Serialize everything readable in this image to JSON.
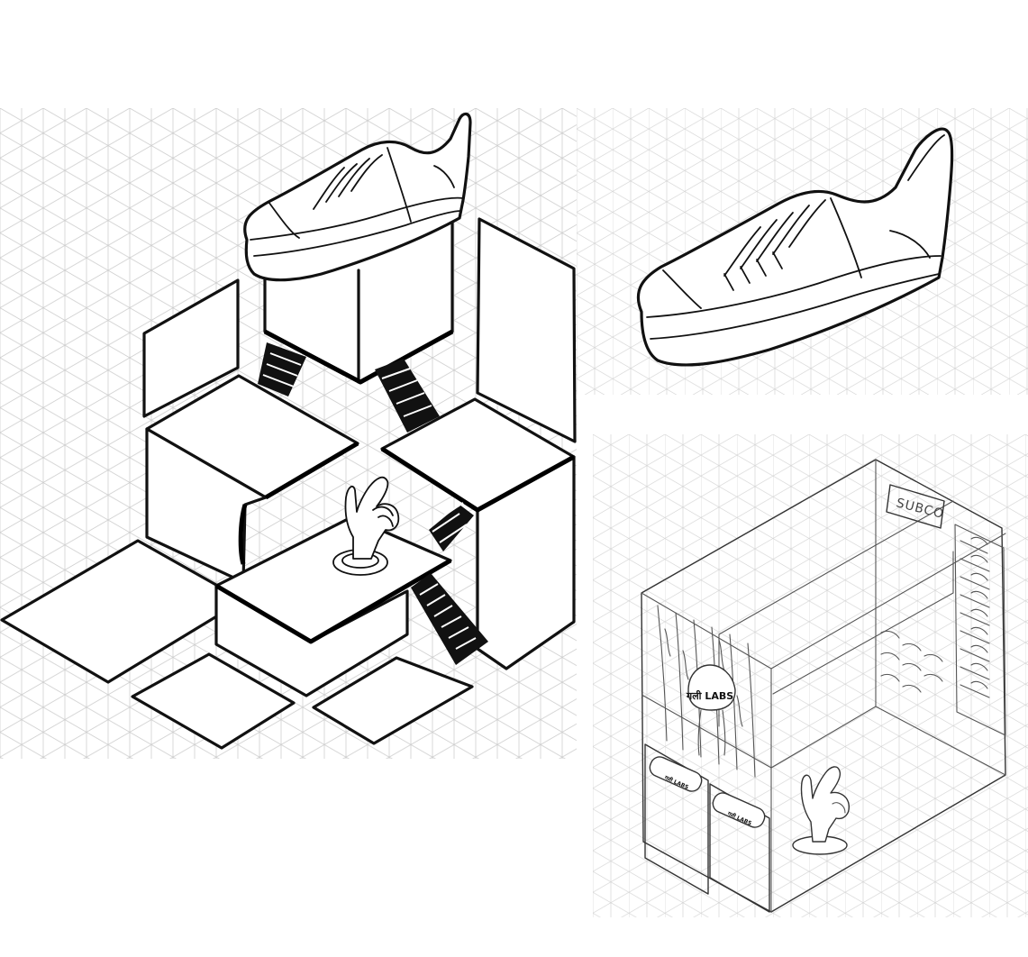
{
  "store": {
    "sign_text": "SUBCO",
    "bust_label": "गली LABS",
    "counter_label": "गली LABS"
  }
}
